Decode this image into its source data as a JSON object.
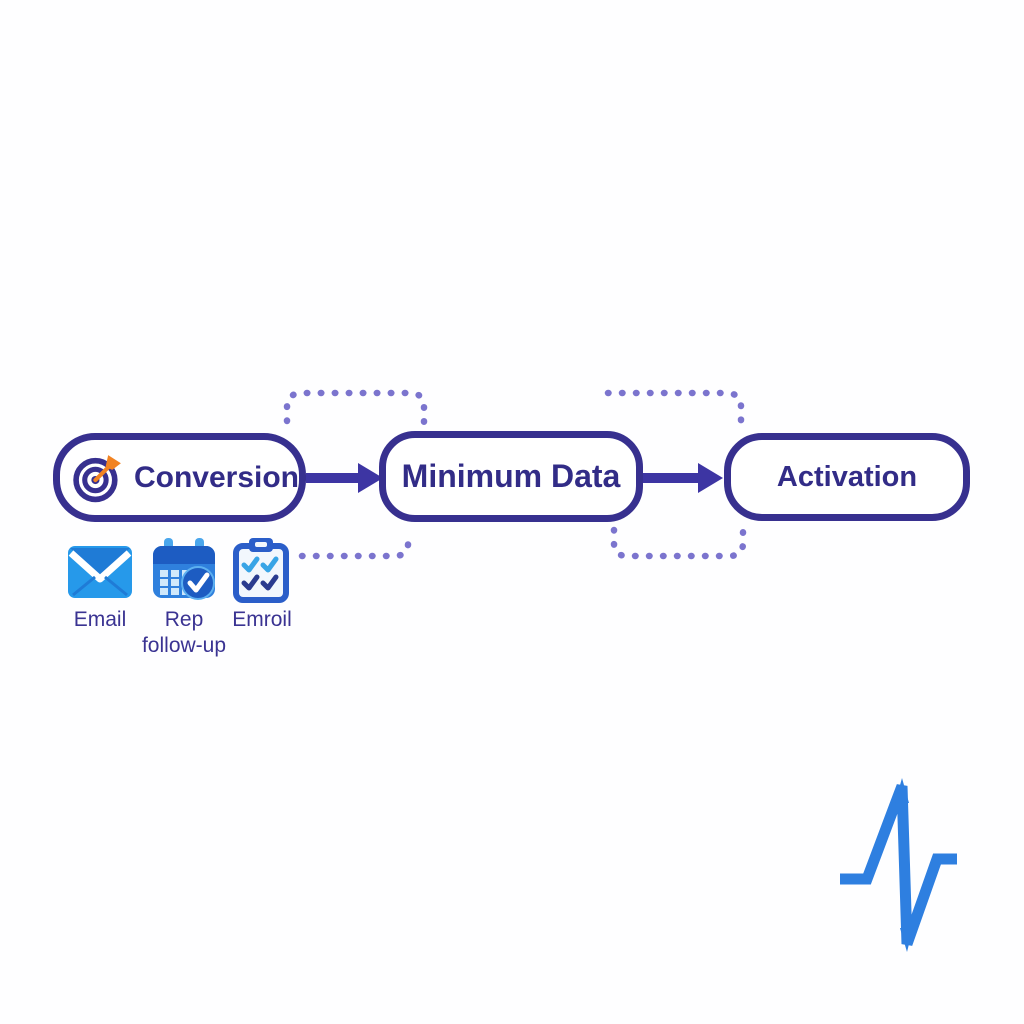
{
  "diagram": {
    "steps": [
      {
        "id": "conversion",
        "label": "Conversion",
        "icon": "target-icon"
      },
      {
        "id": "minimum-data",
        "label": "Minimum Data",
        "icon": null
      },
      {
        "id": "activation",
        "label": "Activation",
        "icon": null
      }
    ],
    "connectors": [
      {
        "type": "solid-arrow",
        "from": "conversion",
        "to": "minimum-data"
      },
      {
        "type": "solid-arrow",
        "from": "minimum-data",
        "to": "activation"
      },
      {
        "type": "dotted-bypass",
        "position": "top-left"
      },
      {
        "type": "dotted-bypass",
        "position": "top-right"
      },
      {
        "type": "dotted-bypass",
        "position": "bottom-left"
      },
      {
        "type": "dotted-bypass",
        "position": "bottom-right"
      }
    ],
    "sub_items": [
      {
        "label": "Email",
        "icon": "email-icon"
      },
      {
        "label": "Rep follow-up",
        "icon": "calendar-check-icon"
      },
      {
        "label": "Emroil",
        "icon": "clipboard-checklist-icon"
      }
    ],
    "colors": {
      "box_border": "#37308f",
      "box_text": "#322c87",
      "label_text": "#3a3392",
      "arrow": "#3d35a3",
      "dots": "#7b74ce",
      "icon_blue": "#2699ea",
      "icon_blue_dark": "#1f7bd6",
      "calendar_blue": "#2f80dd",
      "calendar_header": "#1d5cc2",
      "clipboard_blue": "#2b5ec9",
      "check_cyan": "#38a4e6",
      "check_navy": "#2a3b8f",
      "accent_orange": "#f28322",
      "logo_blue": "#2e7fe0"
    }
  },
  "logo": {
    "name": "pulse-logo",
    "color": "#2e7fe0"
  }
}
